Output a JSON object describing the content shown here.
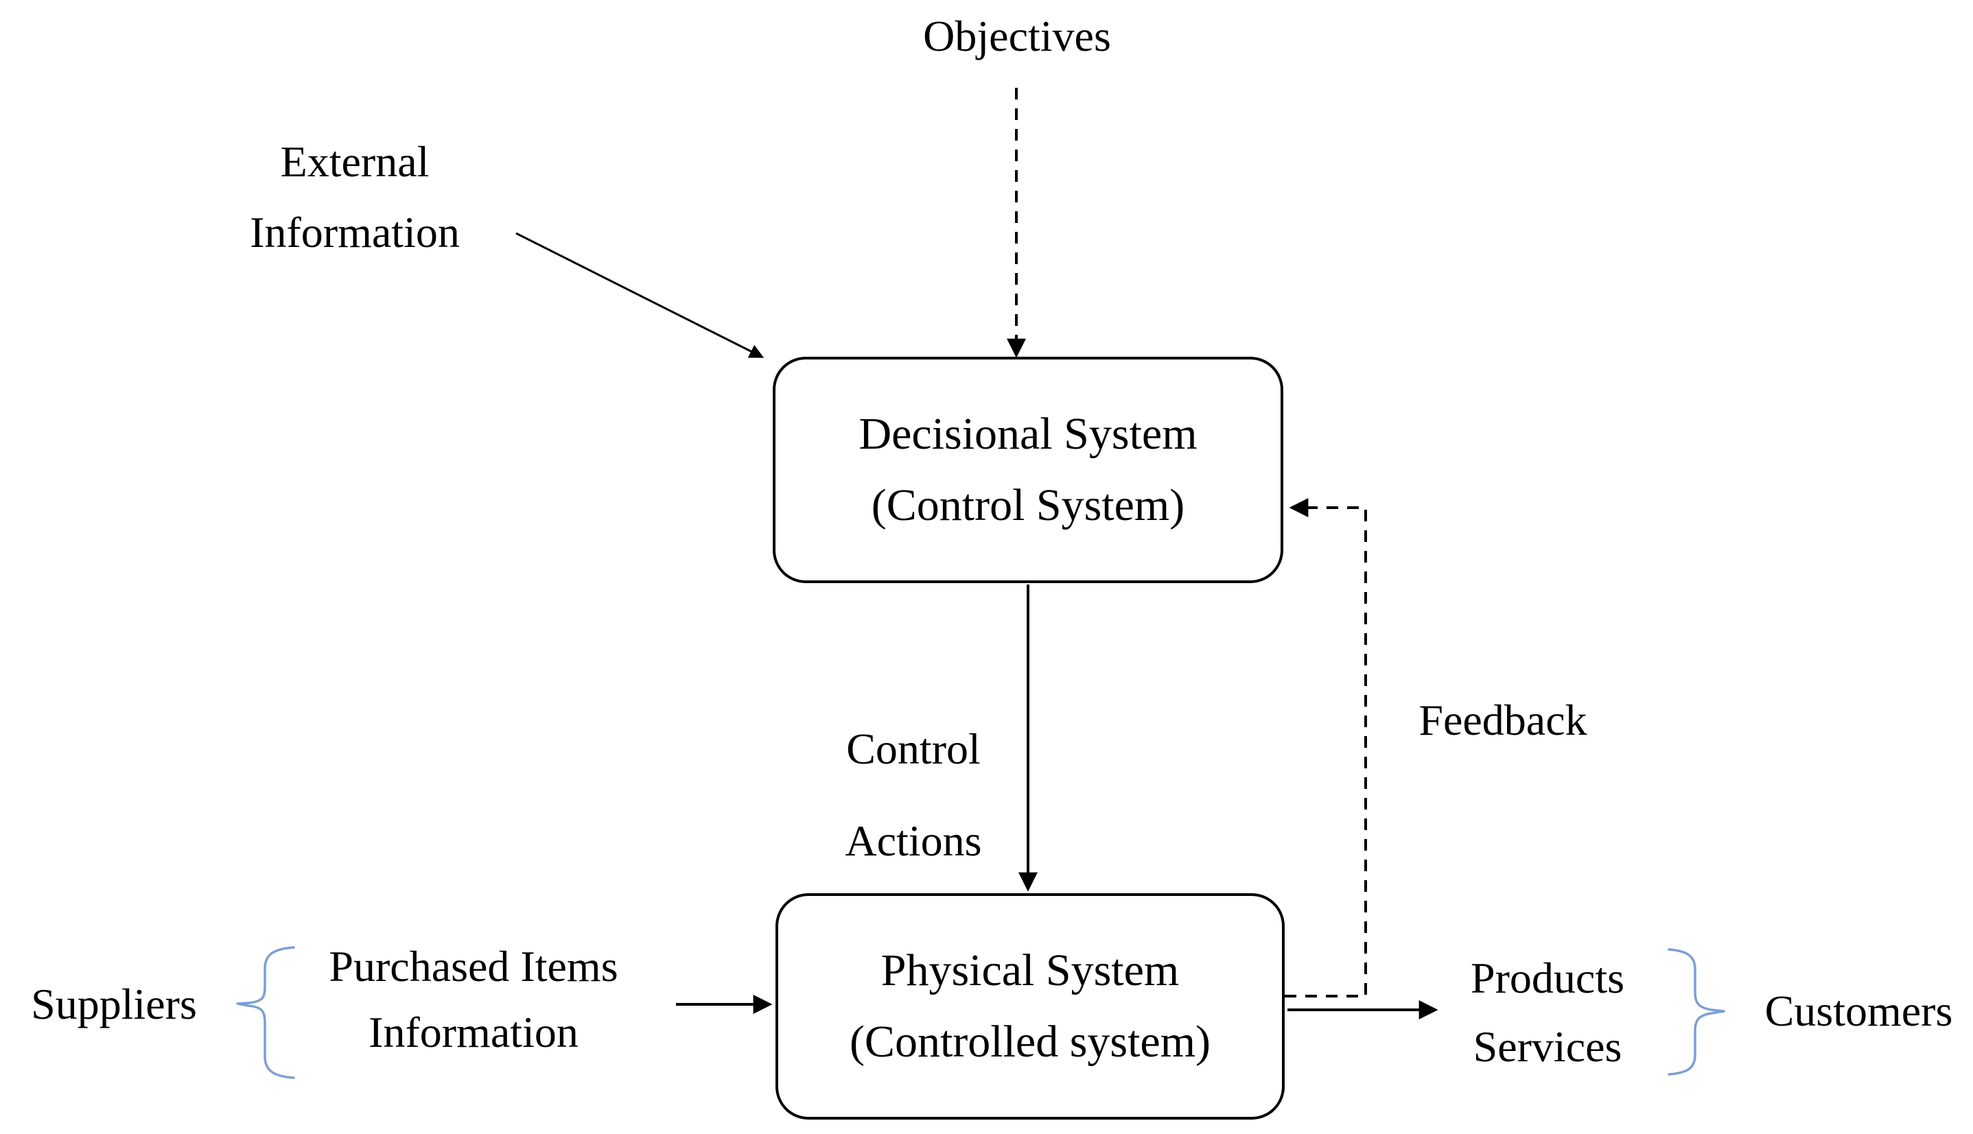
{
  "diagram": {
    "nodes": {
      "decisional_system": {
        "line1": "Decisional System",
        "line2": "(Control System)"
      },
      "physical_system": {
        "line1": "Physical System",
        "line2": "(Controlled system)"
      }
    },
    "labels": {
      "objectives": "Objectives",
      "external_information": {
        "line1": "External",
        "line2": "Information"
      },
      "control_actions": {
        "line1": "Control",
        "line2": "Actions"
      },
      "feedback": "Feedback",
      "suppliers": "Suppliers",
      "purchased_items": {
        "line1": "Purchased Items",
        "line2": "Information"
      },
      "products_services": {
        "line1": "Products",
        "line2": "Services"
      },
      "customers": "Customers"
    },
    "colors": {
      "line": "#000000",
      "text": "#000000",
      "brace": "#7b9fd6",
      "background": "#ffffff"
    }
  }
}
